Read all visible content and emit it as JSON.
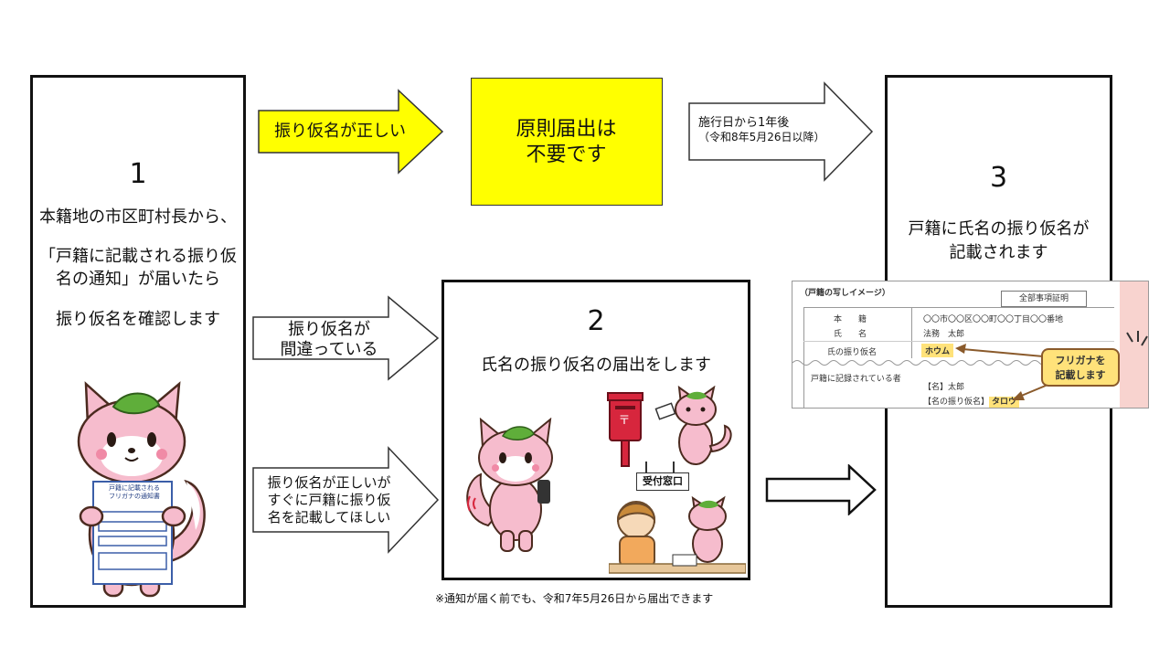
{
  "step1": {
    "number": "1",
    "line1": "本籍地の市区町村長から、",
    "line2": "「戸籍に記載される振り仮",
    "line3": "名の通知」が届いたら",
    "line4": "振り仮名を確認します",
    "card_title1": "戸籍に記載される",
    "card_title2": "フリガナの通知書"
  },
  "arrow_correct": {
    "label": "振り仮名が正しい"
  },
  "center_box": {
    "line1": "原則届出は",
    "line2": "不要です"
  },
  "arrow_effective": {
    "line1": "施行日から1年後",
    "line2": "（令和8年5月26日以降）"
  },
  "arrow_wrong": {
    "line1": "振り仮名が",
    "line2": "間違っている"
  },
  "arrow_soon": {
    "line1": "振り仮名が正しいが",
    "line2": "すぐに戸籍に振り仮",
    "line3": "名を記載してほしい"
  },
  "step2": {
    "number": "2",
    "text": "氏名の振り仮名の届出をします",
    "counter_sign": "受付窓口",
    "postbox_mark": "〒"
  },
  "footnote": "※通知が届く前でも、令和7年5月26日から届出できます",
  "step3": {
    "number": "3",
    "line1": "戸籍に氏名の振り仮名が",
    "line2": "記載されます"
  },
  "koseki": {
    "caption": "（戸籍の写しイメージ）",
    "header": "全部事項証明",
    "row1_label": "本　　籍",
    "row1_value": "〇〇市〇〇区〇〇町〇〇丁目〇〇番地",
    "row2_label": "氏　　名",
    "row2_value": "法務　太郎",
    "row3_label": "氏の振り仮名",
    "row3_value": "ホウム",
    "section_label": "戸籍に記録されている者",
    "name_line": "【名】太郎",
    "kana_line_label": "【名の振り仮名】",
    "kana_line_value": "タロウ",
    "callout_line1": "フリガナを",
    "callout_line2": "記載します"
  },
  "colors": {
    "yellow": "#ffff00",
    "fox_pink": "#f6bccd",
    "fox_dark": "#4b2a1f",
    "leaf": "#5fae3a",
    "postbox_red": "#d7263d",
    "callout_yellow": "#ffe27a",
    "callout_border": "#8a5a2b",
    "koseki_pink": "#f8d3cf"
  }
}
